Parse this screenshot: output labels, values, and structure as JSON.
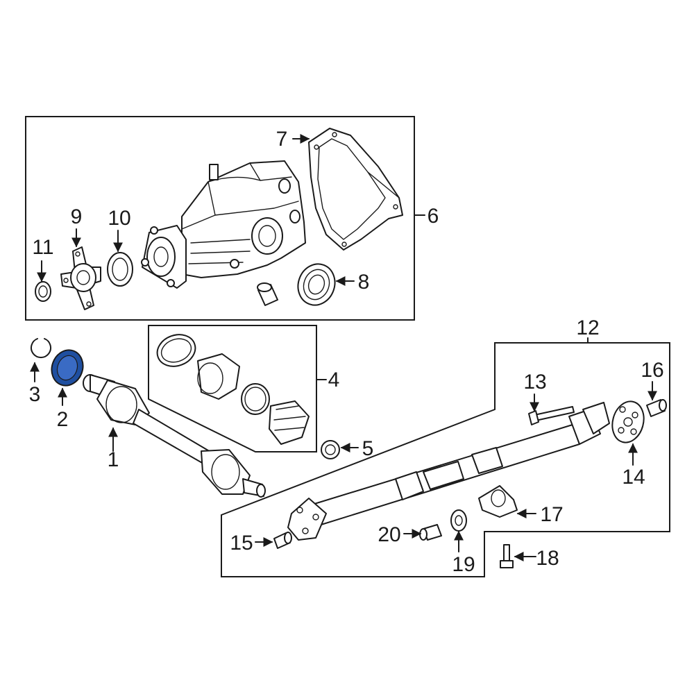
{
  "callouts": [
    {
      "id": "1",
      "label": "1"
    },
    {
      "id": "2",
      "label": "2"
    },
    {
      "id": "3",
      "label": "3"
    },
    {
      "id": "4",
      "label": "4"
    },
    {
      "id": "5",
      "label": "5"
    },
    {
      "id": "6",
      "label": "6"
    },
    {
      "id": "7",
      "label": "7"
    },
    {
      "id": "8",
      "label": "8"
    },
    {
      "id": "9",
      "label": "9"
    },
    {
      "id": "10",
      "label": "10"
    },
    {
      "id": "11",
      "label": "11"
    },
    {
      "id": "12",
      "label": "12"
    },
    {
      "id": "13",
      "label": "13"
    },
    {
      "id": "14",
      "label": "14"
    },
    {
      "id": "15",
      "label": "15"
    },
    {
      "id": "16",
      "label": "16"
    },
    {
      "id": "17",
      "label": "17"
    },
    {
      "id": "18",
      "label": "18"
    },
    {
      "id": "19",
      "label": "19"
    },
    {
      "id": "20",
      "label": "20"
    }
  ],
  "highlight": {
    "part": "2",
    "color": "#1f4fa0"
  },
  "colors": {
    "line": "#1a1a1a",
    "background": "#ffffff"
  }
}
